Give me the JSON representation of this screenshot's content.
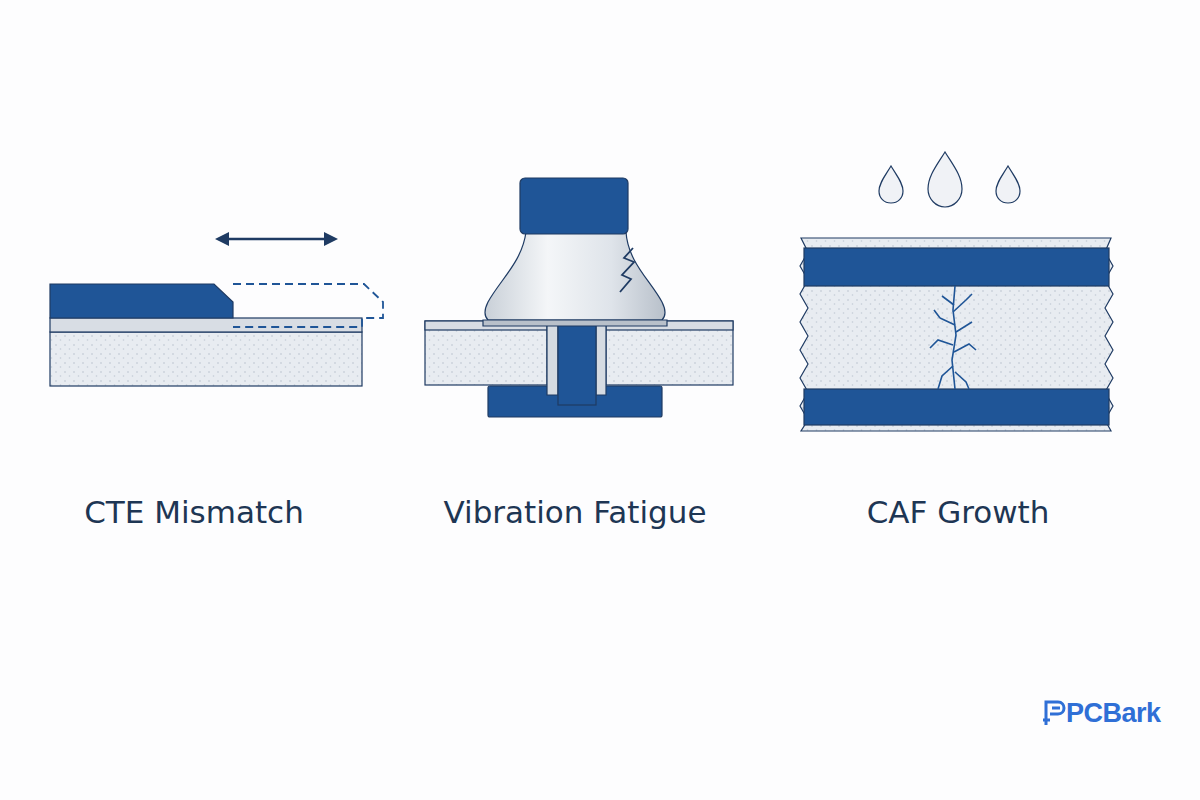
{
  "diagram": {
    "labels": [
      "CTE Mismatch",
      "Vibration Fatigue",
      "CAF Growth",
      "PCBark"
    ]
  }
}
